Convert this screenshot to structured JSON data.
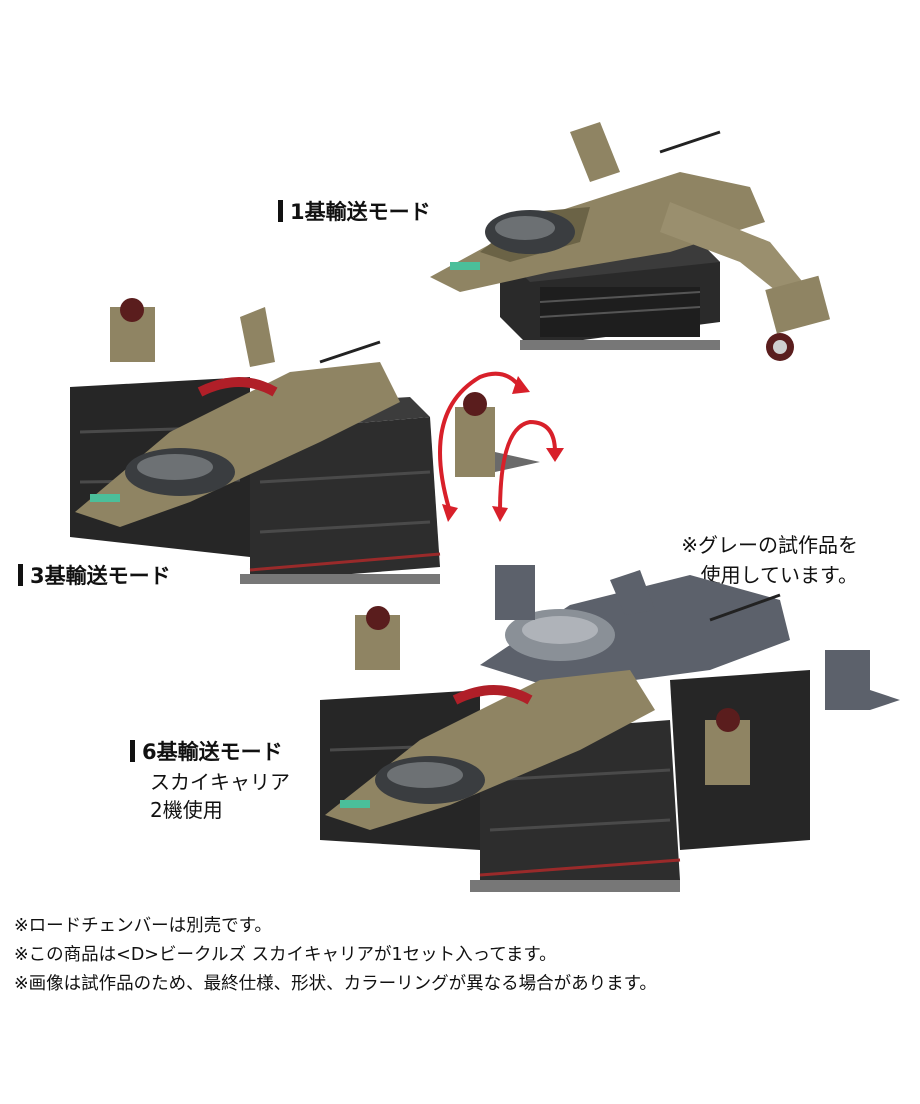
{
  "modes": {
    "one": {
      "label": "1基輸送モード"
    },
    "three": {
      "label": "3基輸送モード"
    },
    "six": {
      "label": "6基輸送モード",
      "sub_lines": [
        "スカイキャリア",
        "2機使用"
      ]
    }
  },
  "prototype_note": [
    "※グレーの試作品を",
    "使用しています。"
  ],
  "footnotes": [
    "※ロードチェンバーは別売です。",
    "※この商品は<D>ビークルズ スカイキャリアが1セット入ってます。",
    "※画像は試作品のため、最終仕様、形状、カラーリングが異なる場合があります。"
  ],
  "colors": {
    "tan": "#8f8463",
    "dark": "#2b2b2b",
    "gray": "#5c616b",
    "arrow": "#d8202a"
  }
}
